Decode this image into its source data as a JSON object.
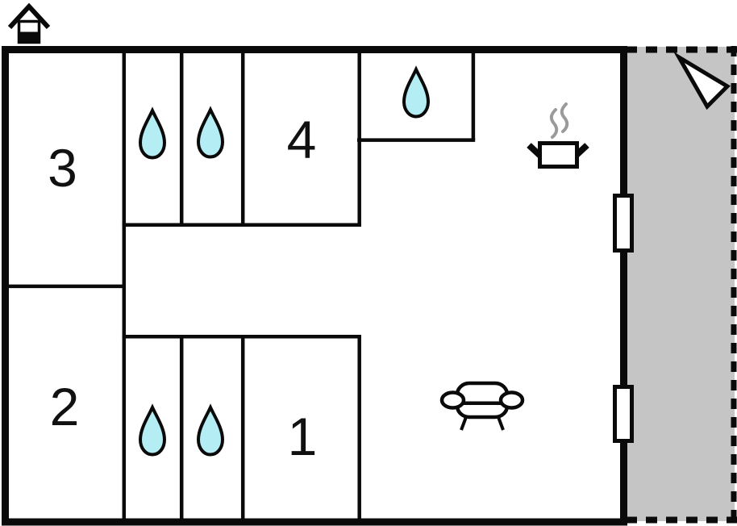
{
  "floorplan": {
    "rooms": {
      "r1": {
        "label": "1"
      },
      "r2": {
        "label": "2"
      },
      "r3": {
        "label": "3"
      },
      "r4": {
        "label": "4"
      }
    },
    "features": {
      "water_drop_count": 5,
      "door_count": 2,
      "has_kitchen_pot": true,
      "has_sofa": true,
      "has_terrace": true,
      "has_north_arrow": true,
      "has_house_icon": true
    }
  },
  "colors": {
    "wall": "#0a0a0a",
    "water": "#b4eef4",
    "terrace": "#c5c5c5",
    "steam": "#9a9a9a",
    "background": "#ffffff"
  }
}
